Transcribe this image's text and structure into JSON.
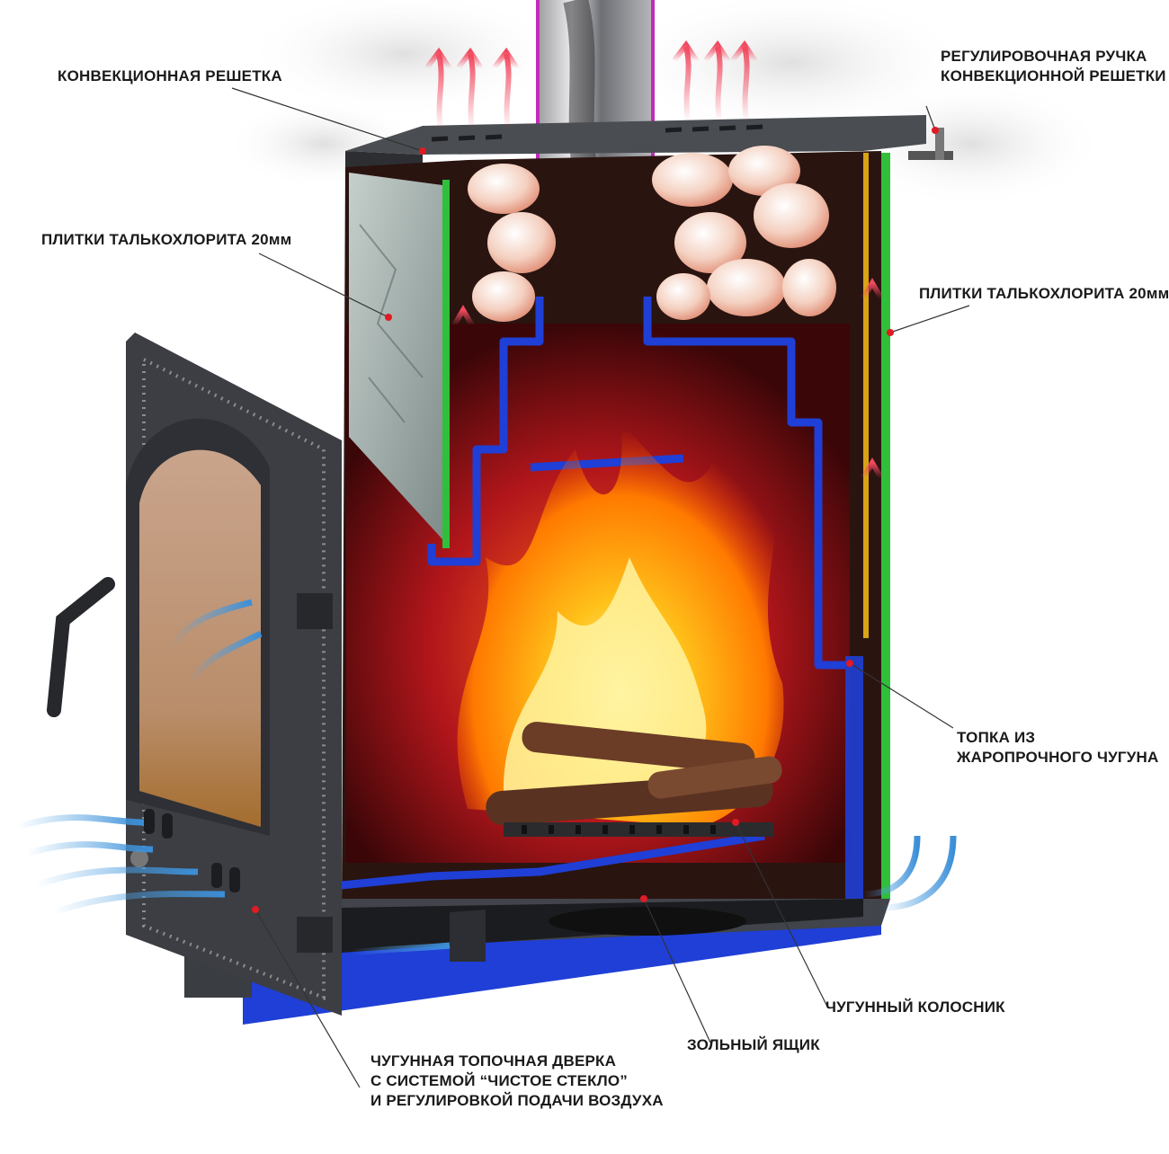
{
  "labels": {
    "convection_grate": "КОНВЕКЦИОННАЯ РЕШЕТКА",
    "adjust_handle_line1": "РЕГУЛИРОВОЧНАЯ РУЧКА",
    "adjust_handle_line2": "КОНВЕКЦИОННОЙ РЕШЕТКИ",
    "talc_tiles_left": "ПЛИТКИ ТАЛЬКОХЛОРИТА 20мм",
    "talc_tiles_right": "ПЛИТКИ ТАЛЬКОХЛОРИТА 20мм",
    "firebox_line1": "ТОПКА ИЗ",
    "firebox_line2": "ЖАРОПРОЧНОГО ЧУГУНА",
    "grate": "ЧУГУННЫЙ КОЛОСНИК",
    "ash_box": "ЗОЛЬНЫЙ ЯЩИК",
    "door_line1": "ЧУГУННАЯ ТОПОЧНАЯ ДВЕРКА",
    "door_line2": "С СИСТЕМОЙ “ЧИСТОЕ СТЕКЛО”",
    "door_line3": "И РЕГУЛИРОВКОЙ ПОДАЧИ ВОЗДУХА"
  },
  "colors": {
    "steel": "#3a3d42",
    "firebox_blue": "#1f3fd6",
    "insulation_green": "#2fbf3a",
    "hot_air": "#f2495f",
    "cold_air": "#5aa8e6",
    "flame": "#ff8a00",
    "stone": "#f6d2c4",
    "soapstone": "#9aa8a6"
  },
  "icons": {
    "hot_air": "upward-red-arrows",
    "cold_air": "incoming-blue-arrows",
    "callout": "red-dot-leader"
  }
}
